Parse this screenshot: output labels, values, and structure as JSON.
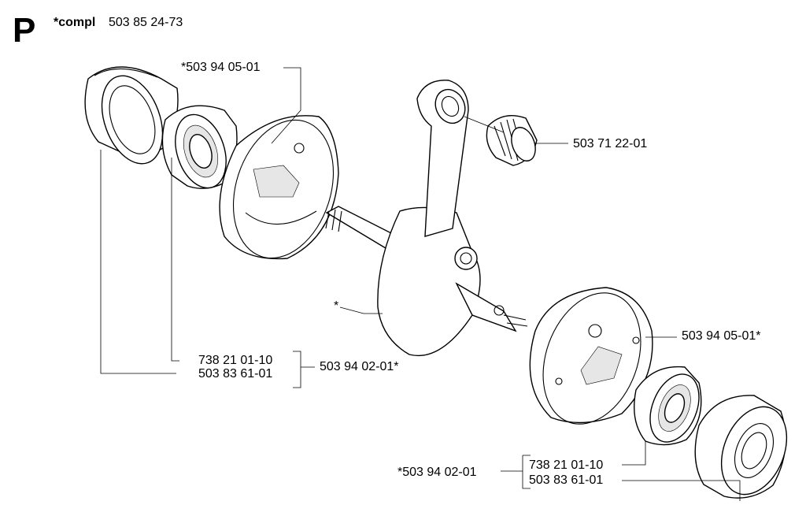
{
  "header": {
    "section_letter": "P",
    "compl_label": "*compl",
    "compl_number": "503 85 24-73"
  },
  "callouts": {
    "left_seal_ring": "*503 94 05-01",
    "needle_bearing": "503 71 22-01",
    "crankshaft_star": "*",
    "right_flywheel": "503 94 05-01*",
    "left_bearing_a": "738 21 01-10",
    "left_bearing_b": "503 83 61-01",
    "left_kit": "503 94 02-01*",
    "right_kit": "*503 94 02-01",
    "right_bearing_a": "738 21 01-10",
    "right_bearing_b": "503 83 61-01"
  }
}
